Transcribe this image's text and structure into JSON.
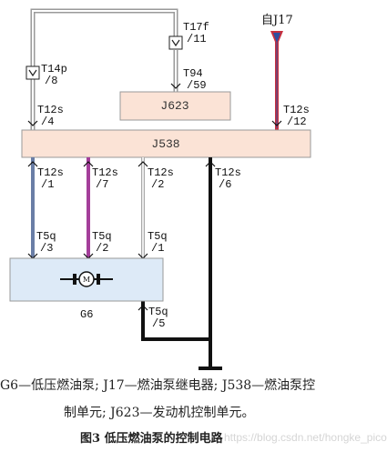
{
  "colors": {
    "box_fill": "#fbe3d6",
    "box_stroke": "#999999",
    "wire_blue": "#6a7ea6",
    "wire_violet": "#a43e9a",
    "wire_gray": "#a9a9a9",
    "wire_black": "#111111",
    "wire_red_blue": "#c8303f",
    "wire_blue_core": "#2e4fa0"
  },
  "components": {
    "j623": "J623",
    "j538": "J538",
    "g6": "G6",
    "motor_symbol": "M"
  },
  "source_label": "自J17",
  "pins": {
    "t17f_11": {
      "line1": "T17f",
      "line2": "/11"
    },
    "t14p_8": {
      "line1": "T14p",
      "line2": "/8"
    },
    "t94_59": {
      "line1": "T94",
      "line2": "/59"
    },
    "t12s_4": {
      "line1": "T12s",
      "line2": "/4"
    },
    "t12s_12": {
      "line1": "T12s",
      "line2": "/12"
    },
    "t12s_1": {
      "line1": "T12s",
      "line2": "/1"
    },
    "t12s_7": {
      "line1": "T12s",
      "line2": "/7"
    },
    "t12s_2": {
      "line1": "T12s",
      "line2": "/2"
    },
    "t12s_6": {
      "line1": "T12s",
      "line2": "/6"
    },
    "t5q_3": {
      "line1": "T5q",
      "line2": "/3"
    },
    "t5q_2": {
      "line1": "T5q",
      "line2": "/2"
    },
    "t5q_1": {
      "line1": "T5q",
      "line2": "/1"
    },
    "t5q_5": {
      "line1": "T5q",
      "line2": "/5"
    }
  },
  "caption": {
    "legend_line1": "G6—低压燃油泵; J17—燃油泵继电器; J538—燃油泵控",
    "legend_line2": "制单元; J623—发动机控制单元。",
    "figure_title": "图3   低压燃油泵的控制电路",
    "watermark": "https://blog.csdn.net/hongke_pico"
  }
}
